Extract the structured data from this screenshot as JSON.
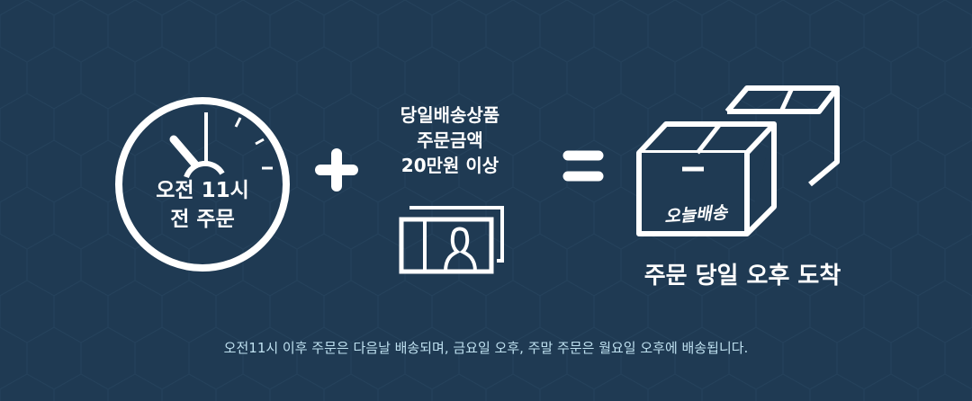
{
  "clock": {
    "line1": "오전 11시",
    "line2": "전 주문"
  },
  "condition": {
    "line1": "당일배송상품",
    "line2": "주문금액",
    "line3": "20만원 이상"
  },
  "box_label": "오늘배송",
  "result": "주문 당일 오후 도착",
  "footer_note": "오전11시 이후 주문은 다음날 배송되며, 금요일 오후, 주말 주문은 월요일 오후에 배송됩니다.",
  "colors": {
    "background": "#1f3a53",
    "foreground": "#ffffff",
    "note": "#bfe1f0"
  }
}
